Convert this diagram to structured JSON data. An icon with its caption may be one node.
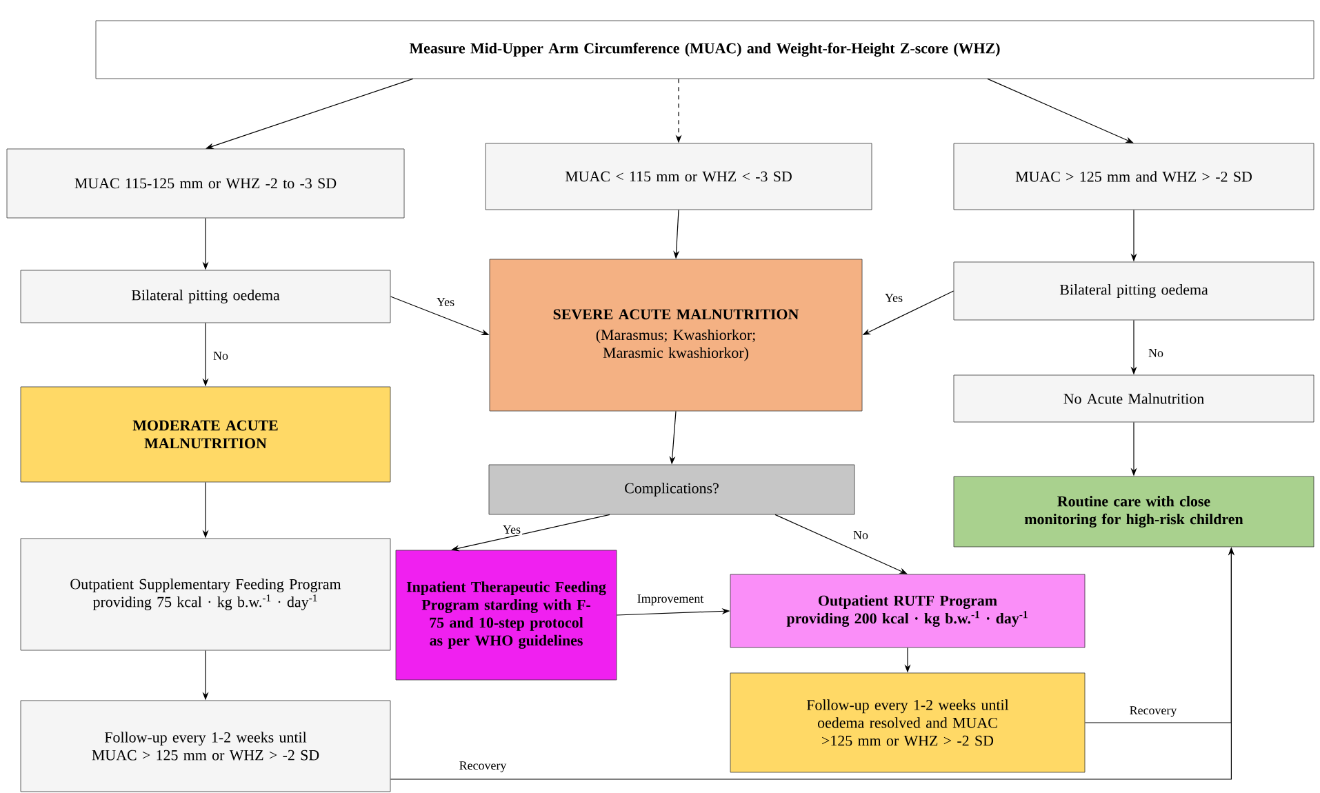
{
  "diagram": {
    "nodes": [
      {
        "text": [
          "Measure Mid-Upper Arm Circumference (MUAC) and Weight-for-Height Z-score (WHZ)"
        ]
      },
      {
        "text": [
          "MUAC 115-125 mm or WHZ -2 to -3 SD"
        ]
      },
      {
        "text": [
          "MUAC < 115 mm or WHZ < -3 SD"
        ]
      },
      {
        "text": [
          "MUAC > 125 mm and WHZ > -2 SD"
        ]
      },
      {
        "text": [
          "Bilateral pitting oedema"
        ]
      },
      {
        "text": [
          "SEVERE ACUTE MALNUTRITION",
          "(Marasmus; Kwashiorkor; Marasmic kwashiorkor)"
        ]
      },
      {
        "text": [
          "Bilateral pitting oedema"
        ]
      },
      {
        "text": [
          "MODERATE ACUTE MALNUTRITION"
        ]
      },
      {
        "text": [
          "No Acute Malnutrition"
        ]
      },
      {
        "text": [
          "Complications?"
        ]
      },
      {
        "text": [
          "Routine care with close monitoring for high-risk children"
        ]
      },
      {
        "text": [
          "Outpatient Supplementary Feeding Program providing 75 kcal · kg b.w.$^{-1}$ · day$^{-1}$"
        ]
      },
      {
        "text": [
          "Inpatient Therapeutic Feeding Program starding with F-75 and 10-step protocol as per WHO guidelines"
        ]
      },
      {
        "text": [
          "Outpatient RUTF Program providing 200 kcal · kg b.w.$^{-1}$ · day$^{-1}$"
        ]
      },
      {
        "text": [
          "Follow-up every 1-2 weeks until oedema resolved and MUAC >125 mm or WHZ > -2 SD"
        ]
      },
      {
        "text": [
          "Follow-up every 1-2 weeks until MUAC > 125 mm or WHZ > -2 SD"
        ]
      }
    ],
    "edges": [
      {
        "from": 0,
        "to": 1,
        "arrow": "to"
      },
      {
        "from": 0,
        "to": 2,
        "arrow": "to",
        "style": "dashed"
      },
      {
        "from": 0,
        "to": 3,
        "arrow": "to"
      },
      {
        "from": 1,
        "to": 4,
        "arrow": "to"
      },
      {
        "from": 2,
        "to": 5,
        "arrow": "to"
      },
      {
        "from": 3,
        "to": 6,
        "arrow": "to"
      },
      {
        "from": 4,
        "to": 5,
        "arrow": "to",
        "label": "Yes"
      },
      {
        "from": 6,
        "to": 5,
        "arrow": "to",
        "label": "Yes"
      },
      {
        "from": 4,
        "to": 7,
        "arrow": "to",
        "label": "No"
      },
      {
        "from": 6,
        "to": 8,
        "arrow": "to",
        "label": "No"
      },
      {
        "from": 5,
        "to": 9,
        "arrow": "to"
      },
      {
        "from": 8,
        "to": 10,
        "arrow": "to"
      },
      {
        "from": 7,
        "to": 11,
        "arrow": "to"
      },
      {
        "from": 9,
        "to": 12,
        "arrow": "to",
        "label": "Yes"
      },
      {
        "from": 9,
        "to": 13,
        "arrow": "to",
        "label": "No"
      },
      {
        "from": 11,
        "to": 15,
        "arrow": "to"
      },
      {
        "from": 12,
        "to": 13,
        "arrow": "to",
        "label": "Improvement"
      },
      {
        "from": 13,
        "to": 14,
        "arrow": "to"
      },
      {
        "from": 14,
        "to": 10,
        "arrow": "to",
        "label": "Recovery"
      },
      {
        "from": 15,
        "to": 10,
        "arrow": "to",
        "label": "Recovery"
      }
    ]
  }
}
